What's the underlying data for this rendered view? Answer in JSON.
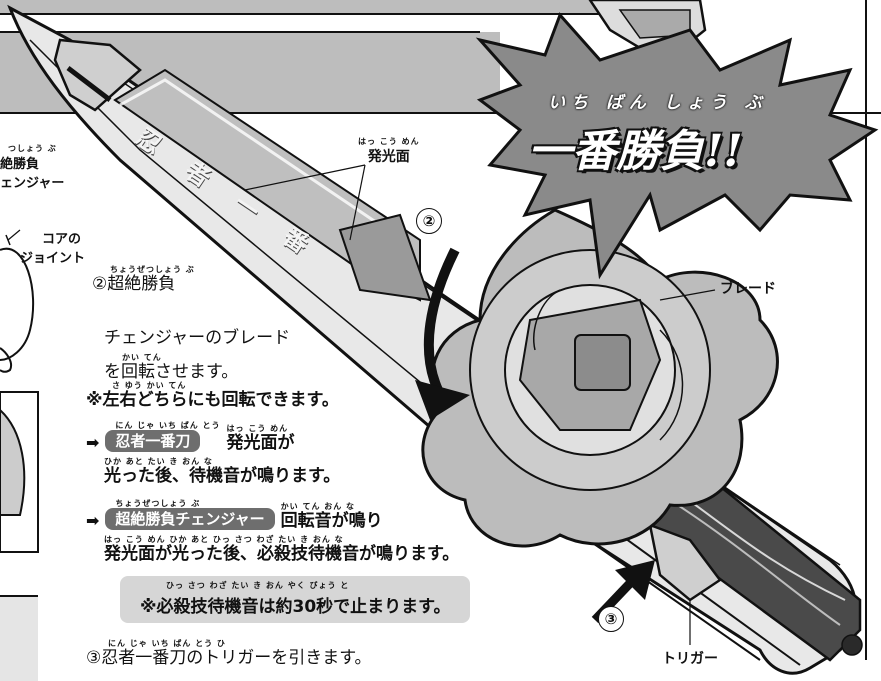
{
  "banner": {
    "ruby": "いち ばん しょう ぶ",
    "title": "一番勝負!!"
  },
  "left_cut": {
    "ruby_top": "つしょう ぶ",
    "label_line1": "絶勝負",
    "label_line2": "ェンジャー",
    "core_label_line1": "コアの",
    "core_label_line2": "ジョイント"
  },
  "callouts": {
    "light_face": {
      "ruby": "はっ こう めん",
      "label": "発光面"
    },
    "blade": {
      "label": "ブレード"
    },
    "trigger": {
      "label": "トリガー"
    },
    "step2_marker": "②",
    "step3_marker": "③"
  },
  "sword_engraving": [
    "忍",
    "者",
    "一",
    "番"
  ],
  "instructions": {
    "step2": {
      "ruby": "ちょうぜつしょう ぶ",
      "heading": "②超絶勝負",
      "line1": "チェンジャーのブレード",
      "line2_ruby": "かい てん",
      "line2": "を回転させます。",
      "note_ruby": "さ ゆう かい てん",
      "note": "※左右どちらにも回転できます。",
      "result1": {
        "arrow": "➡",
        "pill_ruby": "にん じゃ いち ばん とう",
        "pill": "忍者一番刀",
        "text_ruby": "はっ こう めん",
        "text": "発光面が",
        "line2_ruby": "ひか  あと  たい き おん  な",
        "line2": "光った後、待機音が鳴ります。"
      },
      "result2": {
        "arrow": "➡",
        "pill_ruby": "ちょうぜつしょう ぶ",
        "pill": "超絶勝負チェンジャー",
        "text_ruby": "かい てん おん  な",
        "text": "回転音が鳴り",
        "line2_ruby": "はっ こう めん  ひか  あと  ひっ さつ わざ たい き おん  な",
        "line2": "発光面が光った後、必殺技待機音が鳴ります。"
      },
      "box_ruby": "ひっ さつ わざ たい き おん  やく  びょう  と",
      "box": "※必殺技待機音は約30秒で止まります。"
    },
    "step3": {
      "ruby": "にん じゃ いち ばん とう  ひ",
      "text": "③忍者一番刀のトリガーを引きます。"
    }
  },
  "colors": {
    "banner_fill": "#8a8a8a",
    "panel_bar": "#bdbdbd",
    "pill_fill": "#6e6e6e",
    "note_fill": "#d6d6d6",
    "ink": "#111111"
  }
}
